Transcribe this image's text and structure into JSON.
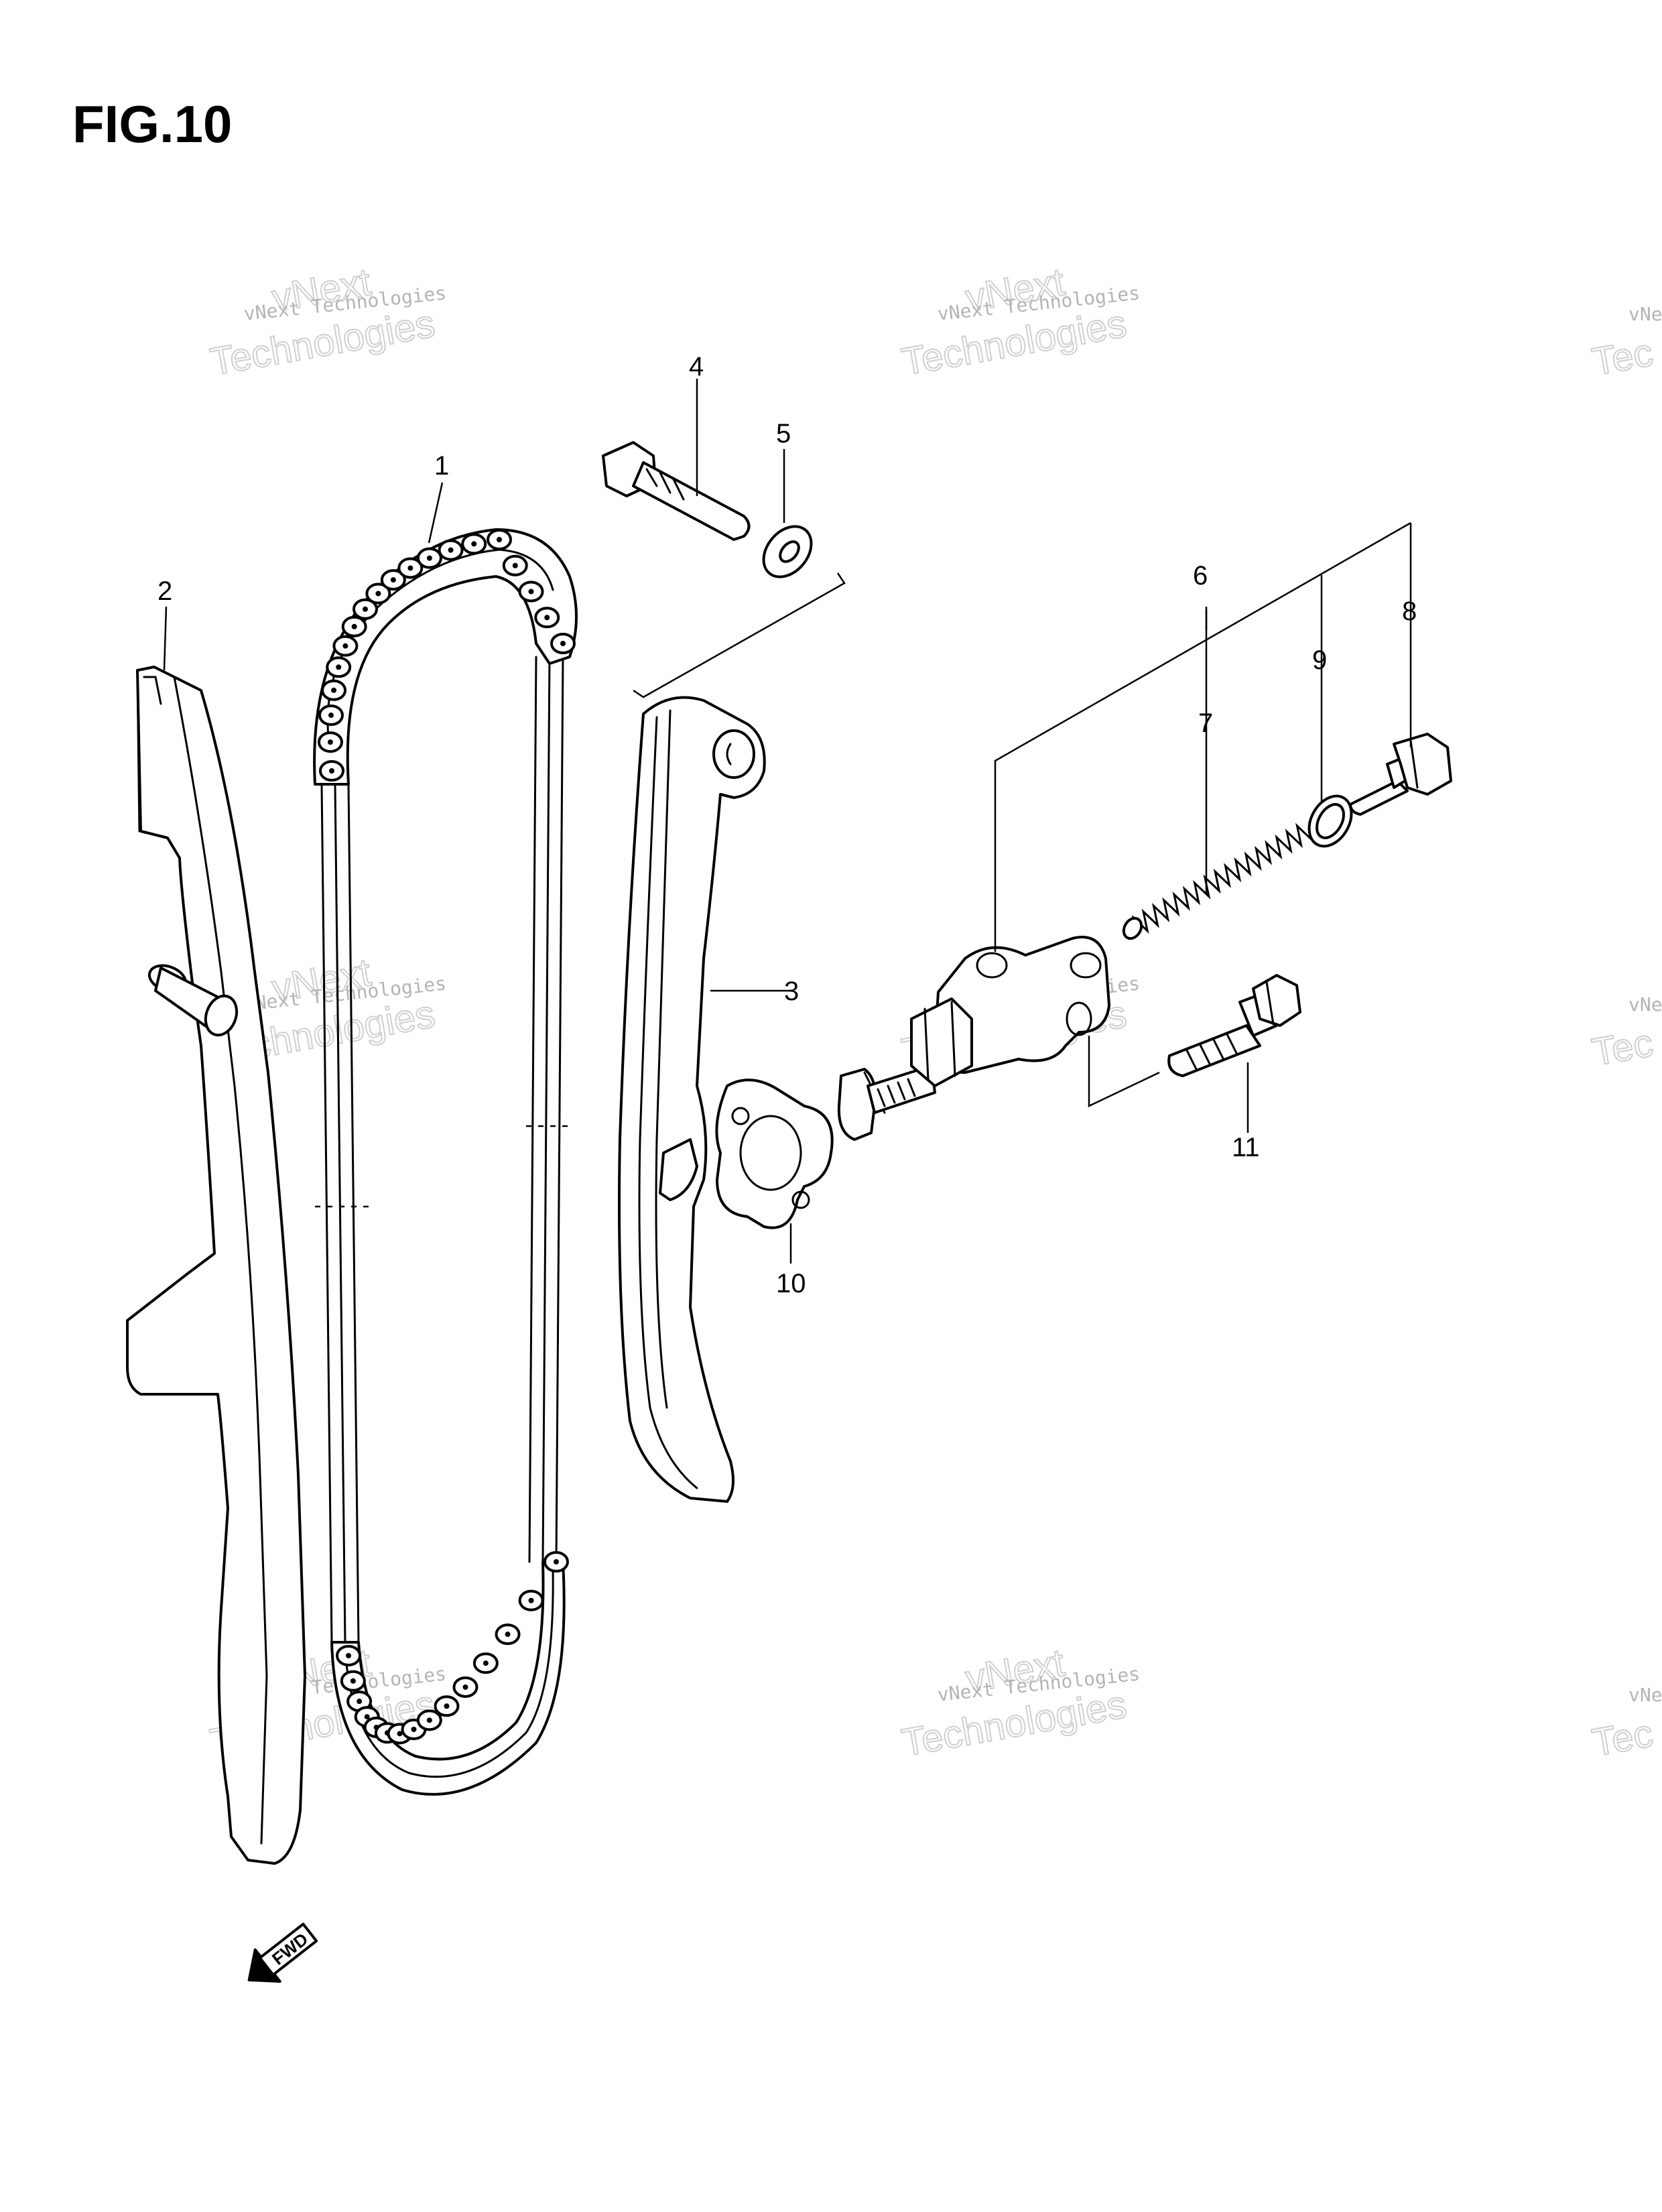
{
  "figure": {
    "title": "FIG.10"
  },
  "callouts": {
    "c1": "1",
    "c2": "2",
    "c3": "3",
    "c4": "4",
    "c5": "5",
    "c6": "6",
    "c7": "7",
    "c8": "8",
    "c9": "9",
    "c10": "10",
    "c11": "11"
  },
  "watermark": {
    "line_small": "vNext Technologies",
    "word_a": "vNext",
    "word_b": "Technologies"
  },
  "direction_arrow": {
    "label": "FWD"
  }
}
